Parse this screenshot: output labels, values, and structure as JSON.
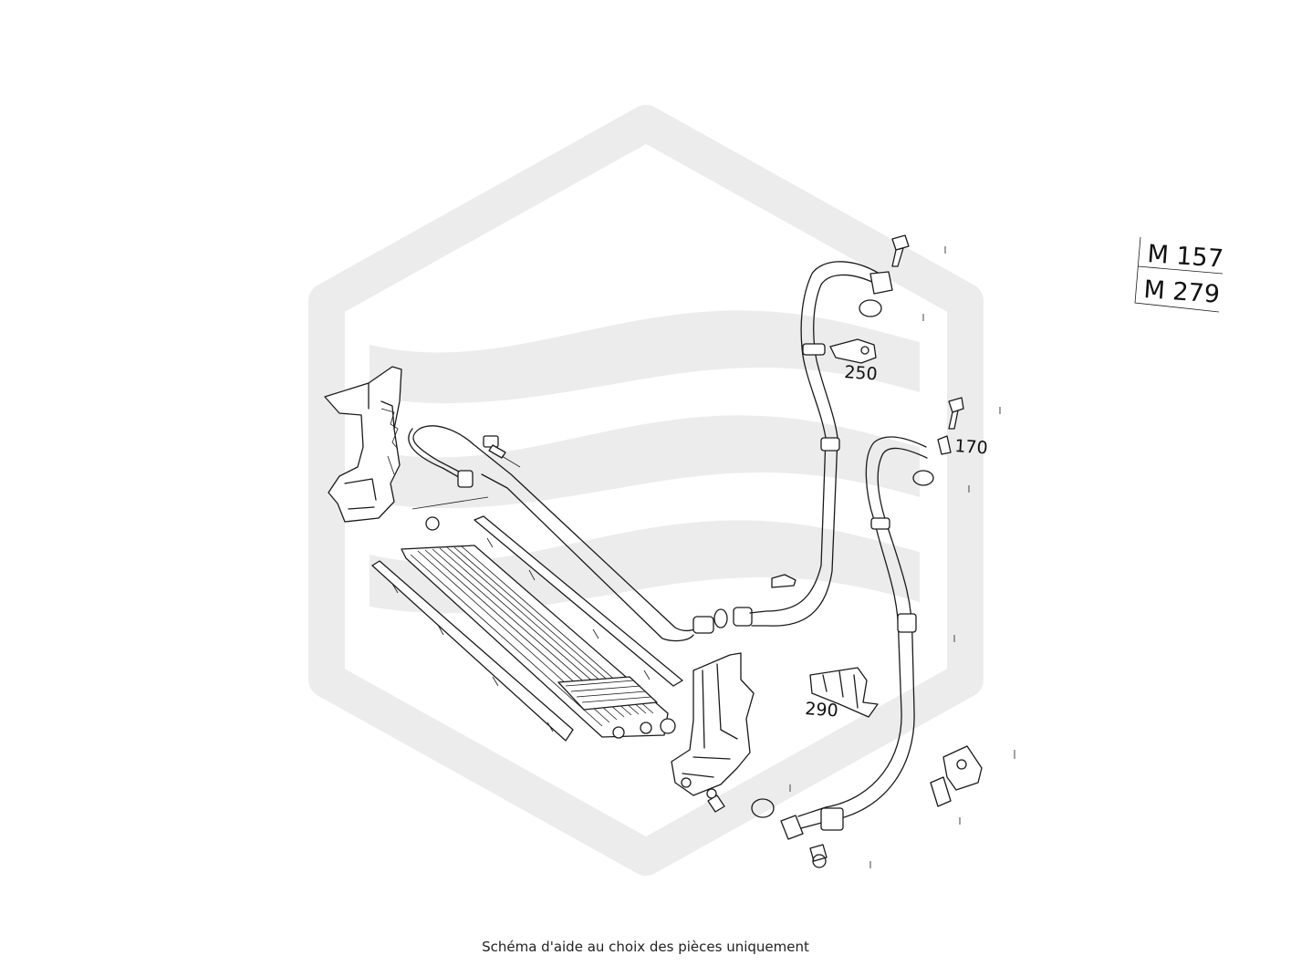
{
  "callouts": {
    "part_250": "250",
    "part_170": "170",
    "part_290": "290"
  },
  "engine_codes": {
    "code_top": "M 157",
    "code_bottom": "M 279"
  },
  "caption": "Schéma d'aide au choix des pièces uniquement",
  "colors": {
    "watermark": "#ececec",
    "line": "#1a1a1a"
  }
}
